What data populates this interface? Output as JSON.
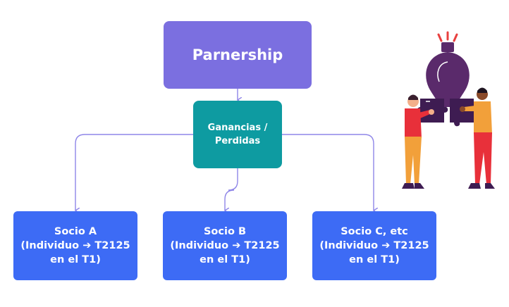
{
  "root": {
    "label": "Parnership"
  },
  "middle": {
    "label": "Ganancias /\nPerdidas"
  },
  "leaves": [
    {
      "title": "Socio A",
      "line2": "(Individuo ➔ T2125",
      "line3": "en el T1)"
    },
    {
      "title": "Socio B",
      "line2": "(Individuo ➔ T2125",
      "line3": "en el T1)"
    },
    {
      "title": "Socio C, etc",
      "line2": "(Individuo ➔ T2125",
      "line3": "en el T1)"
    }
  ],
  "colors": {
    "root": "#7b6fe0",
    "middle": "#0e9ba1",
    "leaf": "#3d6bf5",
    "connector": "#8f86e8"
  },
  "illustration": {
    "icon": "puzzle-lightbulb-teamwork-icon"
  }
}
